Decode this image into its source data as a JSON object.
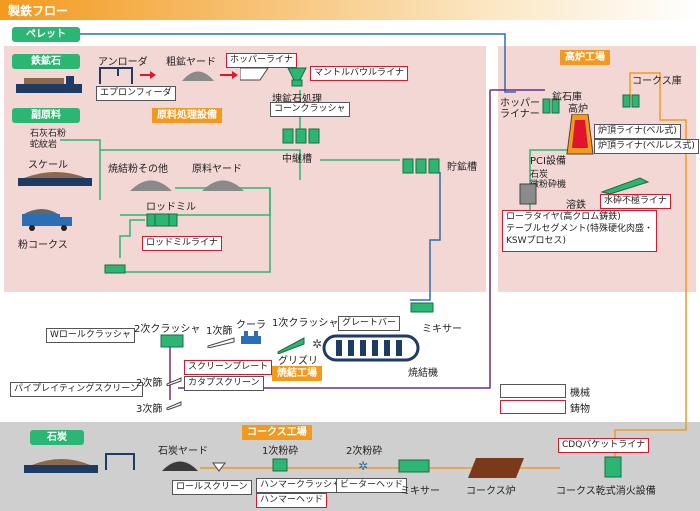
{
  "header": {
    "title": "製鉄フロー"
  },
  "tags": {
    "pellet": "ペレット",
    "iron_ore": "鉄鉱石",
    "sub_material": "副原料",
    "raw_processing": "原料処理設備",
    "blast_furnace_plant": "高炉工場",
    "sinter_plant": "焼結工場",
    "coal": "石炭",
    "coke_plant": "コークス工場"
  },
  "labels": {
    "unloader": "アンローダ",
    "coarse_yard": "粗鉱ヤード",
    "apron_feeder": "エプロンフィーダ",
    "hopper_liner": "ホッパーライナ",
    "mantle_bowl_liner": "マントルバウルライナ",
    "lump_ore": "塊鉱石処理",
    "cone_crusher": "コーンクラッシャ",
    "relay_tank": "中継槽",
    "ore_storage": "貯鉱槽",
    "limestone": "石灰石粉",
    "serpentine": "蛇紋岩",
    "scale": "スケール",
    "sinter_powder": "焼結粉その他",
    "raw_yard": "原料ヤード",
    "rod_mill": "ロッドミル",
    "rod_mill_liner": "ロッドミルライナ",
    "coke_powder": "粉コークス",
    "coke_storage": "コークス庫",
    "hopper_liner2": "ホッパー\nライナー",
    "ore_bin": "鉱石庫",
    "blast_furnace": "高炉",
    "top_liner_bell": "炉頂ライナ(ベル式)",
    "top_liner_bellless": "炉頂ライナ(ベルレス式)",
    "pci": "PCI設備",
    "coal_mill": "石炭\n微粉砕機",
    "molten_iron": "溶鉄",
    "water_granulation": "水砕不極ライナ",
    "roller_tire": "ローラタイヤ(高クロム鋳鉄)\nテーブルセグメント(特殊硬化肉盛・\nKSWプロセス)",
    "w_roll": "Wロールクラッシャ",
    "secondary_crusher": "2次クラッシャ",
    "primary_screen": "1次篩",
    "cooler": "クーラ",
    "primary_crusher": "1次クラッシャ",
    "grate_bar": "グレートバー",
    "mixer": "ミキサー",
    "screen_plate": "スクリーンプレート",
    "grizzly": "グリズリ",
    "cataps_screen": "カタプスクリーン",
    "sinter_machine": "焼結機",
    "pipe_vibrating": "パイプレイティングスクリーン",
    "secondary_screen": "2次篩",
    "tertiary_screen": "3次篩",
    "coal_yard": "石炭ヤード",
    "primary_grind": "1次粉砕",
    "secondary_grind": "2次粉砕",
    "roll_screen": "ロールスクリーン",
    "hammer_crusher": "ハンマークラッシャ",
    "hammer_head": "ハンマーヘッド",
    "beater_head": "ビーターヘッド",
    "mixer2": "ミキサー",
    "coke_oven": "コークス炉",
    "cdq_liner": "CDQバケットライナ",
    "cdq": "コークス乾式消火設備"
  },
  "legend": {
    "machine": "機械",
    "casting": "鋳物"
  },
  "colors": {
    "green": "#2bb673",
    "orange": "#f39a1e",
    "red": "#e0142c",
    "pink": "#f2d7d5",
    "blue": "#2a6fb5",
    "purple": "#6a2c91"
  }
}
